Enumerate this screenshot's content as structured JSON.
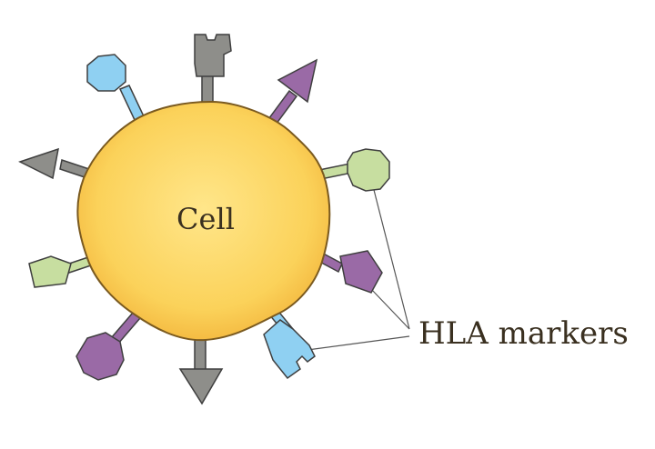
{
  "cell_label": "Cell",
  "callout_label": "HLA markers",
  "colors": {
    "cell_fill_center": "#ffe68a",
    "cell_fill_edge": "#f2b33a",
    "cell_outline": "#7a5a20",
    "blue": "#8fd0f2",
    "gray": "#8e8e8a",
    "purple": "#9a6aa6",
    "green": "#c7dea0",
    "outline": "#3f3f3f"
  },
  "markers": [
    {
      "name": "blue-octagon-marker",
      "color": "blue",
      "shape": "octagon"
    },
    {
      "name": "gray-notched-marker",
      "color": "gray",
      "shape": "notched"
    },
    {
      "name": "purple-arrow-marker",
      "color": "purple",
      "shape": "arrow"
    },
    {
      "name": "green-octagon-marker",
      "color": "green",
      "shape": "octagon"
    },
    {
      "name": "purple-pentagon-marker",
      "color": "purple",
      "shape": "pentagon"
    },
    {
      "name": "blue-notched-marker",
      "color": "blue",
      "shape": "notched"
    },
    {
      "name": "gray-arrow-down-marker",
      "color": "gray",
      "shape": "arrow"
    },
    {
      "name": "purple-octagon-marker",
      "color": "purple",
      "shape": "octagon"
    },
    {
      "name": "green-pentagon-marker",
      "color": "green",
      "shape": "pentagon"
    },
    {
      "name": "gray-arrow-left-marker",
      "color": "gray",
      "shape": "arrow"
    }
  ]
}
